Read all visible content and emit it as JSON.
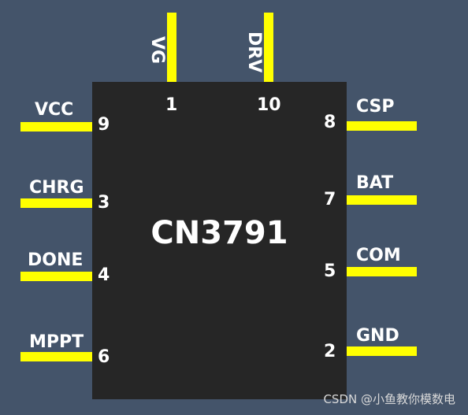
{
  "chip": {
    "name": "CN3791"
  },
  "pins": {
    "vg": {
      "label": "VG",
      "number": "1"
    },
    "drv": {
      "label": "DRV",
      "number": "10"
    },
    "vcc": {
      "label": "VCC",
      "number": "9"
    },
    "chrg": {
      "label": "CHRG",
      "number": "3"
    },
    "done": {
      "label": "DONE",
      "number": "4"
    },
    "mppt": {
      "label": "MPPT",
      "number": "6"
    },
    "csp": {
      "label": "CSP",
      "number": "8"
    },
    "bat": {
      "label": "BAT",
      "number": "7"
    },
    "com": {
      "label": "COM",
      "number": "5"
    },
    "gnd": {
      "label": "GND",
      "number": "2"
    }
  },
  "colors": {
    "background": "#44546a",
    "chip_body": "#262626",
    "pin_lead": "#ffff00",
    "text": "#ffffff"
  },
  "watermark": "CSDN @小鱼教你模数电"
}
